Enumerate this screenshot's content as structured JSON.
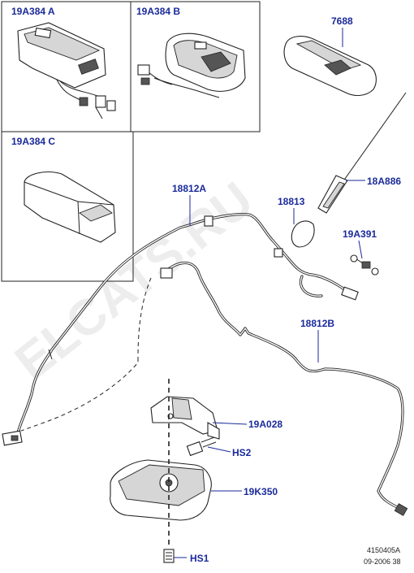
{
  "labels": {
    "box_a": "19A384 A",
    "box_b": "19A384 B",
    "box_c": "19A384 C",
    "p7688": "7688",
    "p18a886": "18A886",
    "p18812a": "18812A",
    "p18813": "18813",
    "p19a391": "19A391",
    "p18812b": "18812B",
    "p19a028": "19A028",
    "hs2": "HS2",
    "p19k350": "19K350",
    "hs1": "HS1"
  },
  "watermark": "ELCATS.RU",
  "footer": {
    "code": "4150405A",
    "date": "09-2006 38"
  }
}
